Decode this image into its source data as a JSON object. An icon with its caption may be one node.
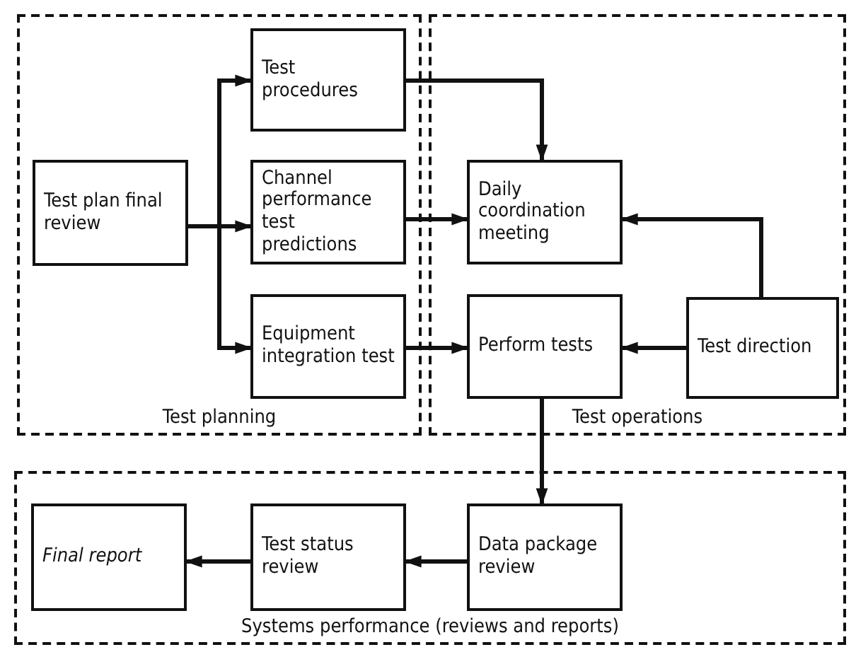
{
  "diagram": {
    "nodes": [
      {
        "text": [
          "Test planning"
        ]
      },
      {
        "text": [
          "Test plan final review"
        ],
        "in": 0
      },
      {
        "text": [
          "Test procedures"
        ],
        "in": 0
      },
      {
        "text": [
          "Channel performance test predictions"
        ],
        "in": 0
      },
      {
        "text": [
          "Equipment integration test"
        ],
        "in": 0
      },
      {
        "text": [
          "Test operations"
        ]
      },
      {
        "text": [
          "Daily coordination meeting"
        ],
        "in": 5
      },
      {
        "text": [
          "Perform tests"
        ],
        "in": 5
      },
      {
        "text": [
          "Test direction"
        ],
        "in": 5
      },
      {
        "text": [
          "Systems performance (reviews and reports)"
        ]
      },
      {
        "text": [
          "Final report"
        ],
        "in": 9
      },
      {
        "text": [
          "Test status review"
        ],
        "in": 9
      },
      {
        "text": [
          "Data package review"
        ],
        "in": 9
      }
    ],
    "edges": [
      {
        "from": 1,
        "to": 2,
        "arrow": "to"
      },
      {
        "from": 1,
        "to": 3,
        "arrow": "to"
      },
      {
        "from": 1,
        "to": 4,
        "arrow": "to"
      },
      {
        "from": 2,
        "to": 6,
        "arrow": "to"
      },
      {
        "from": 3,
        "to": 6,
        "arrow": "to"
      },
      {
        "from": 4,
        "to": 7,
        "arrow": "to"
      },
      {
        "from": 8,
        "to": 6,
        "arrow": "to"
      },
      {
        "from": 8,
        "to": 7,
        "arrow": "to"
      },
      {
        "from": 7,
        "to": 12,
        "arrow": "to"
      },
      {
        "from": 12,
        "to": 11,
        "arrow": "to"
      },
      {
        "from": 11,
        "to": 10,
        "arrow": "to"
      }
    ]
  }
}
